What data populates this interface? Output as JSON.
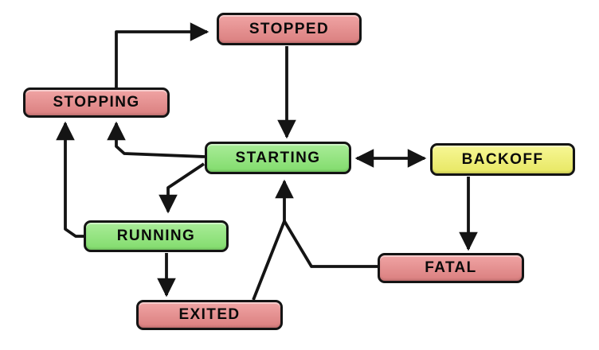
{
  "diagram": {
    "type": "state-machine",
    "background": "#ffffff",
    "nodes": [
      {
        "id": "stopped",
        "label": "STOPPED",
        "color_role": "pink"
      },
      {
        "id": "stopping",
        "label": "STOPPING",
        "color_role": "pink"
      },
      {
        "id": "starting",
        "label": "STARTING",
        "color_role": "green"
      },
      {
        "id": "backoff",
        "label": "BACKOFF",
        "color_role": "yellow"
      },
      {
        "id": "running",
        "label": "RUNNING",
        "color_role": "green"
      },
      {
        "id": "fatal",
        "label": "FATAL",
        "color_role": "pink"
      },
      {
        "id": "exited",
        "label": "EXITED",
        "color_role": "pink"
      }
    ],
    "edges": [
      {
        "from": "STOPPING",
        "to": "STOPPED",
        "type": "arrow"
      },
      {
        "from": "STOPPED",
        "to": "STARTING",
        "type": "arrow"
      },
      {
        "from": "STARTING",
        "to": "BACKOFF",
        "type": "double-arrow"
      },
      {
        "from": "BACKOFF",
        "to": "FATAL",
        "type": "arrow"
      },
      {
        "from": "STARTING",
        "to": "STOPPING",
        "type": "arrow"
      },
      {
        "from": "STARTING",
        "to": "RUNNING",
        "type": "arrow"
      },
      {
        "from": "RUNNING",
        "to": "STOPPING",
        "type": "arrow"
      },
      {
        "from": "RUNNING",
        "to": "EXITED",
        "type": "arrow"
      },
      {
        "from": "EXITED",
        "to": "STARTING",
        "type": "arrow"
      },
      {
        "from": "FATAL",
        "to": "STARTING",
        "type": "arrow"
      }
    ],
    "colors": {
      "pink": "#e08989",
      "green": "#8ee07c",
      "yellow": "#eded78",
      "line": "#141414",
      "text": "#0a0a0a",
      "background": "#ffffff"
    }
  }
}
